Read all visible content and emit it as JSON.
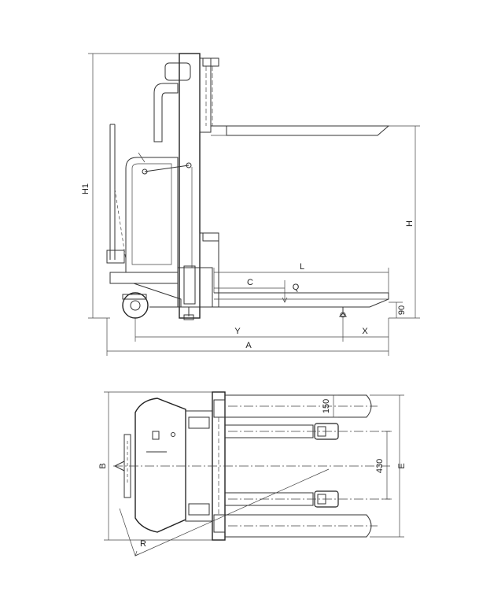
{
  "side_view": {
    "labels": {
      "H1": "H1",
      "H": "H",
      "L": "L",
      "C": "C",
      "Q": "Q",
      "Y": "Y",
      "X": "X",
      "A": "A",
      "ninety": "90"
    }
  },
  "top_view": {
    "labels": {
      "B": "B",
      "E": "E",
      "one_fifty": "150",
      "four_thirty": "430",
      "R": "R"
    }
  }
}
